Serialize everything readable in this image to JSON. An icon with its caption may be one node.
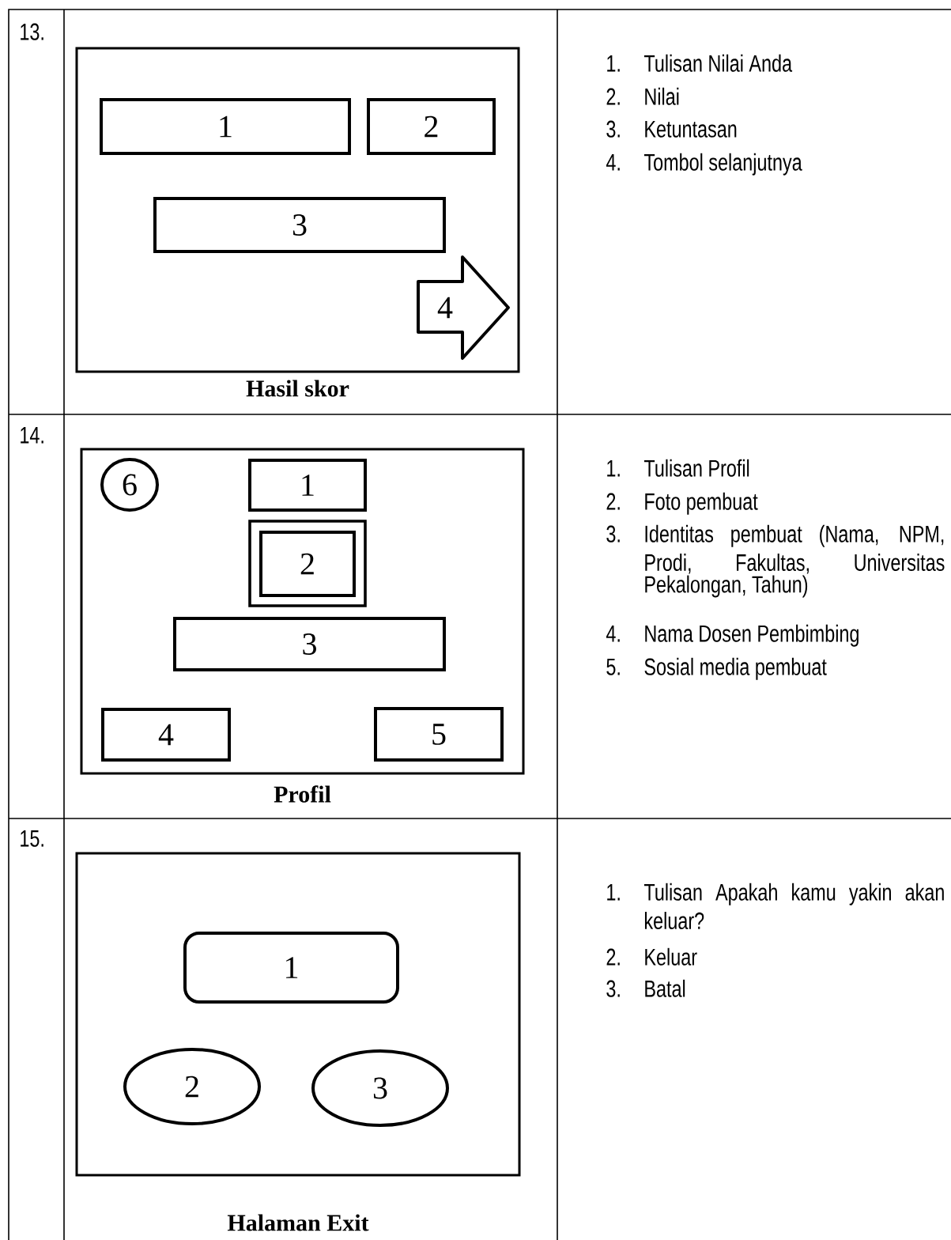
{
  "diagram": {
    "nodes": [
      {
        "text": [
          "Hasil skor"
        ]
      },
      {
        "text": [
          "1"
        ],
        "in": 0
      },
      {
        "text": [
          "2"
        ],
        "in": 0
      },
      {
        "text": [
          "3"
        ],
        "in": 0
      },
      {
        "text": [
          "4"
        ],
        "in": 0
      },
      {
        "text": [
          "Profil"
        ]
      },
      {
        "text": [
          "6"
        ],
        "in": 5
      },
      {
        "text": [
          "1"
        ],
        "in": 5
      },
      {
        "text": [],
        "shape": "box",
        "in": 5
      },
      {
        "text": [
          "2"
        ],
        "in": 8
      },
      {
        "text": [
          "3"
        ],
        "in": 5
      },
      {
        "text": [
          "4"
        ],
        "in": 5
      },
      {
        "text": [
          "5"
        ],
        "in": 5
      },
      {
        "text": [
          "Halaman Exit"
        ]
      },
      {
        "text": [
          "1"
        ],
        "in": 13
      },
      {
        "text": [
          "2"
        ],
        "in": 13
      },
      {
        "text": [
          "3"
        ],
        "in": 13
      }
    ],
    "labels": [
      "13.",
      "1.",
      "Tulisan Nilai Anda",
      "2.",
      "Nilai",
      "3.",
      "Ketuntasan",
      "4.",
      "Tombol selanjutnya",
      "14.",
      "1.",
      "Tulisan Profil",
      "2.",
      "Foto pembuat",
      "3.",
      "Identitas pembuat (Nama, NPM, Prodi, Fakultas, Universitas Pekalongan, Tahun)",
      "4.",
      "Nama Dosen Pembimbing",
      "5.",
      "Sosial media pembuat",
      "15.",
      "1.",
      "Tulisan Apakah kamu yakin akan keluar?",
      "2.",
      "Keluar",
      "3.",
      "Batal"
    ]
  }
}
